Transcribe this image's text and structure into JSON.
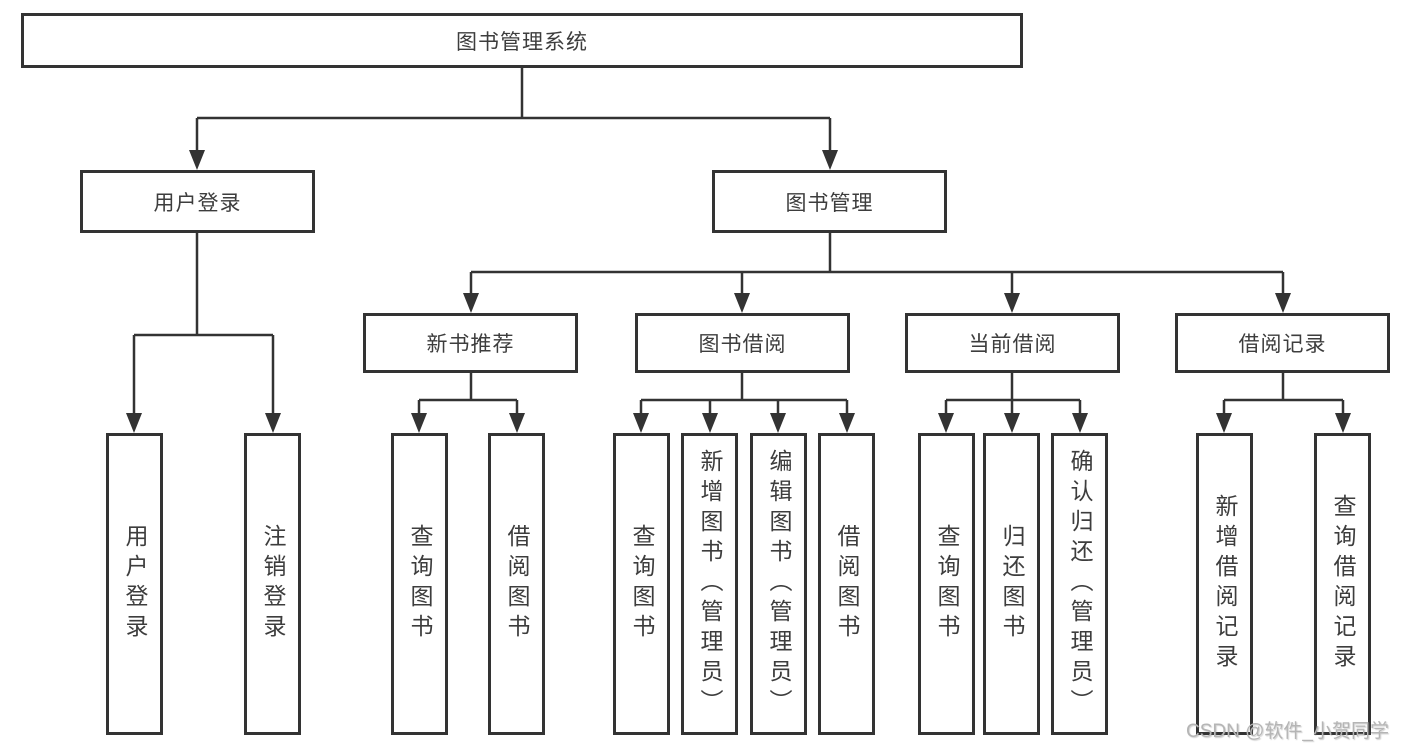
{
  "diagram_title": "图书管理系统",
  "nodes": {
    "root": "图书管理系统",
    "user_login": "用户登录",
    "book_mgmt": "图书管理",
    "new_book_rec": "新书推荐",
    "book_borrow": "图书借阅",
    "current_borrow": "当前借阅",
    "borrow_records": "借阅记录",
    "leaf_user_login": "用户登录",
    "leaf_logout": "注销登录",
    "leaf_query_book_a": "查询图书",
    "leaf_borrow_book_a": "借阅图书",
    "leaf_query_book_b": "查询图书",
    "leaf_add_book": "新增图书（管理员）",
    "leaf_edit_book": "编辑图书（管理员）",
    "leaf_borrow_book_b": "借阅图书",
    "leaf_query_book_c": "查询图书",
    "leaf_return_book": "归还图书",
    "leaf_confirm_return": "确认归还（管理员）",
    "leaf_add_record": "新增借阅记录",
    "leaf_query_record": "查询借阅记录"
  },
  "watermark": "CSDN @软件_小贺同学",
  "colors": {
    "line": "#333333",
    "text": "#3d3d3d",
    "watermark": "#b5b5b5",
    "background": "#ffffff"
  }
}
